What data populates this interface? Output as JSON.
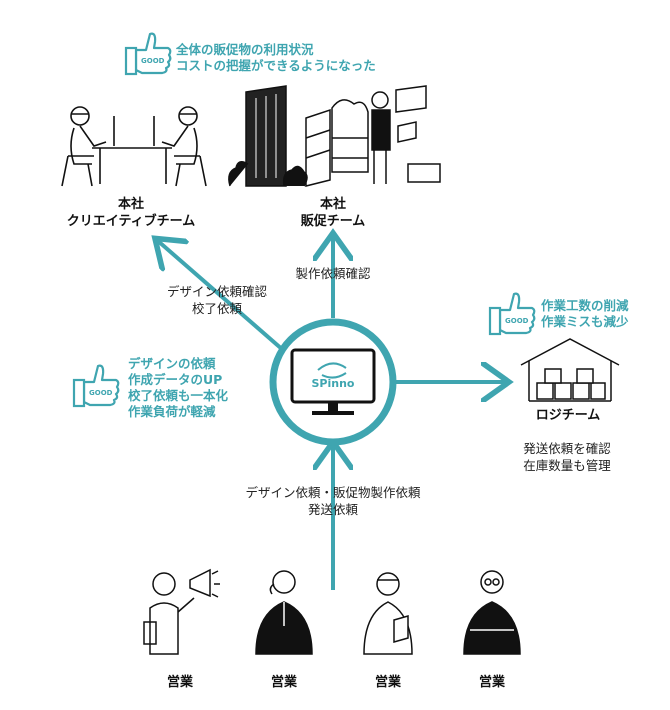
{
  "good_notes": {
    "hq_sales": {
      "badge": "GOOD",
      "lines": [
        "全体の販促物の利用状況",
        "コストの把握ができるようになった"
      ]
    },
    "logistics": {
      "badge": "GOOD",
      "lines": [
        "作業工数の削減",
        "作業ミスも減少"
      ]
    },
    "creative": {
      "badge": "GOOD",
      "lines": [
        "デザインの依頼",
        "作成データのUP",
        "校了依頼も一本化",
        "作業負荷が軽減"
      ]
    }
  },
  "nodes": {
    "creative_team": {
      "lines": [
        "本社",
        "クリエイティブチーム"
      ]
    },
    "sales_promo_team": {
      "lines": [
        "本社",
        "販促チーム"
      ]
    },
    "logi_team": {
      "label": "ロジチーム",
      "desc": [
        "発送依頼を確認",
        "在庫数量も管理"
      ]
    },
    "center": {
      "logo_text": "SPinno"
    },
    "sales_people": [
      "営業",
      "営業",
      "営業",
      "営業"
    ]
  },
  "flows": {
    "to_creative": [
      "デザイン依頼確認",
      "校了依頼"
    ],
    "to_promo": "製作依頼確認",
    "from_sales": [
      "デザイン依頼・販促物製作依頼",
      "発送依頼"
    ]
  },
  "colors": {
    "accent": "#3fa5b0",
    "ink": "#111111"
  }
}
